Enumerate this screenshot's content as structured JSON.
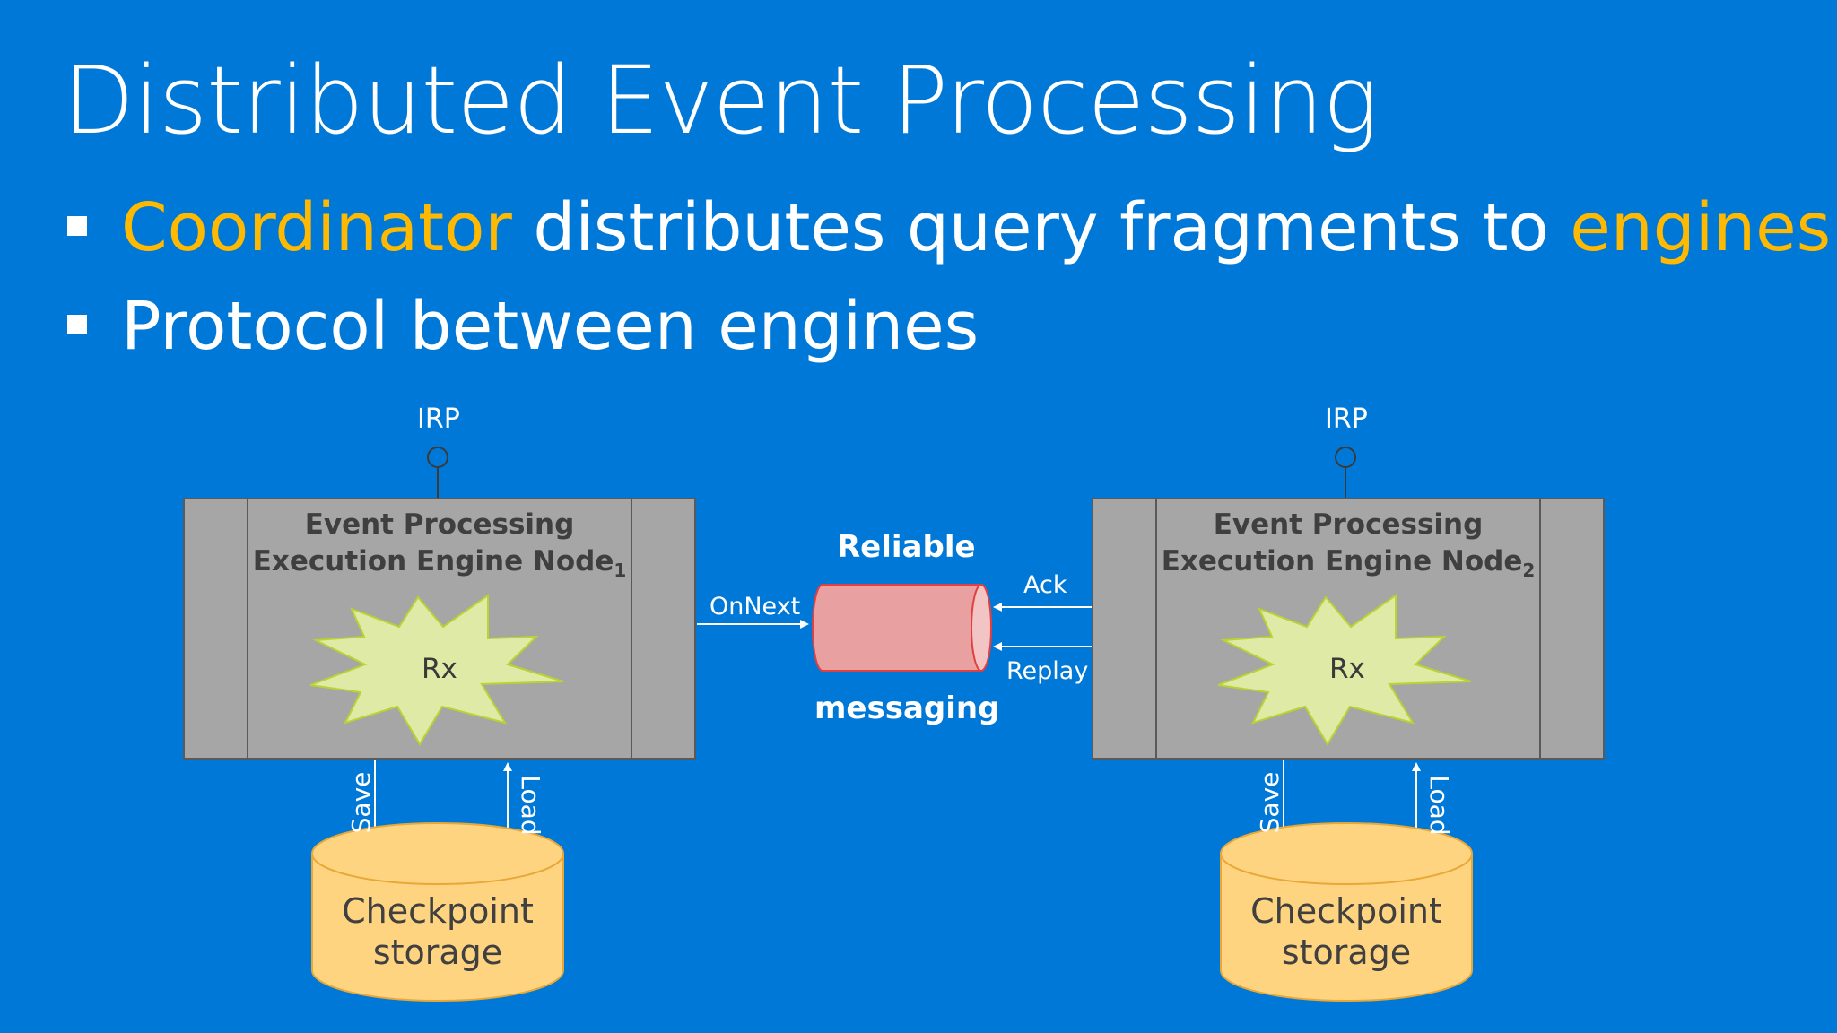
{
  "slide": {
    "title": "Distributed Event Processing",
    "bullets": [
      {
        "accent1": "Coordinator",
        "middle": " distributes query fragments to ",
        "accent2": "engines"
      },
      {
        "text": "Protocol between engines"
      }
    ]
  },
  "diagram": {
    "node1": {
      "title_line1": "Event Processing",
      "title_line2": "Execution Engine Node",
      "subscript": "1",
      "core": "Rx",
      "irp": "IRP"
    },
    "node2": {
      "title_line1": "Event Processing",
      "title_line2": "Execution Engine Node",
      "subscript": "2",
      "core": "Rx",
      "irp": "IRP"
    },
    "storage1": {
      "line1": "Checkpoint",
      "line2": "storage",
      "save": "Save",
      "load": "Load"
    },
    "storage2": {
      "line1": "Checkpoint",
      "line2": "storage",
      "save": "Save",
      "load": "Load"
    },
    "messaging": {
      "top": "Reliable",
      "bottom": "messaging",
      "onnext": "OnNext",
      "ack": "Ack",
      "replay": "Replay"
    }
  },
  "colors": {
    "background": "#0078d7",
    "accent": "#ffb900",
    "node_fill": "#a6a6a6",
    "starburst_fill": "#dfeaa6",
    "starburst_stroke": "#b8d432",
    "cylinder_fill": "#ffd480",
    "pipe_fill": "#e8a0a0",
    "pipe_stroke": "#e04040"
  }
}
